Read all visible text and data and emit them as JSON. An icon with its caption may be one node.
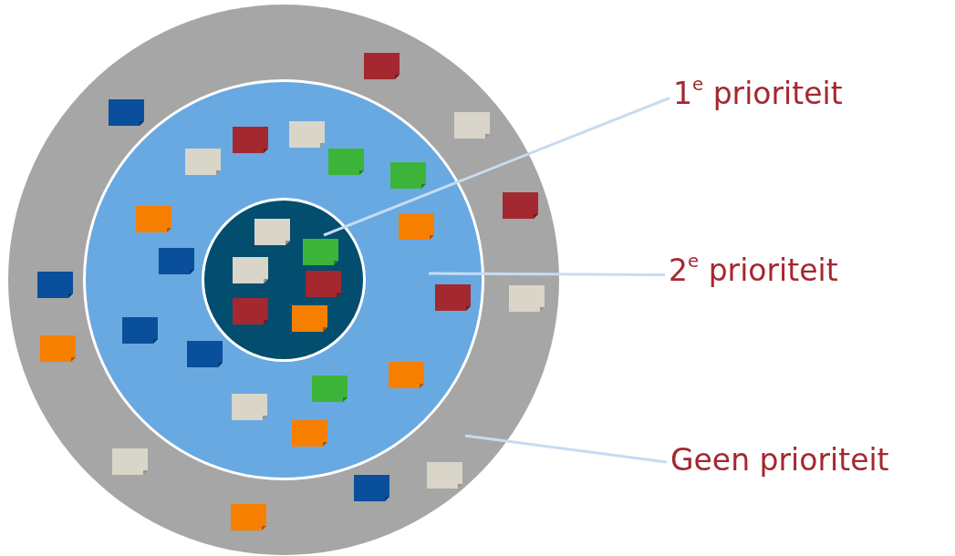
{
  "diagram": {
    "nodes": [
      {
        "text": [
          "1$^{e}$ prioriteit"
        ]
      },
      {
        "text": [
          "2$^{e}$ prioriteit"
        ]
      },
      {
        "text": [
          "Geen prioriteit"
        ]
      },
      {
        "text": [],
        "shape": "circle"
      },
      {
        "text": [],
        "shape": "circle",
        "in": 3
      },
      {
        "text": [],
        "shape": "circle",
        "in": 4
      }
    ],
    "edges": [
      {
        "from": 0,
        "to": 5,
        "arrow": "none"
      },
      {
        "from": 1,
        "to": 4,
        "arrow": "none"
      },
      {
        "from": 2,
        "to": 3,
        "arrow": "none"
      }
    ]
  }
}
